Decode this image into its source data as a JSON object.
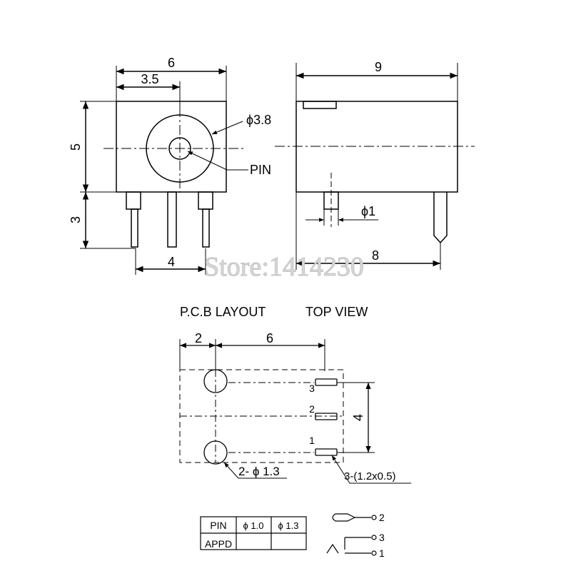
{
  "front_view": {
    "width_label": "6",
    "offset_label": "3.5",
    "height_label": "5",
    "pin_length_label": "3",
    "pin_spacing_label": "4",
    "bore_label": "ϕ3.8",
    "pin_callout": "PIN"
  },
  "side_view": {
    "length_label": "9",
    "pin_diameter_label": "ϕ1",
    "pin_offset_label": "8"
  },
  "watermark": "Store:1414230",
  "pcb_layout": {
    "title": "P.C.B LAYOUT",
    "view_title": "TOP VIEW",
    "left_offset_label": "2",
    "hole_spacing_label": "6",
    "pad_spacing_label": "4",
    "hole_label": "2- ϕ 1.3",
    "pad_label": "3-(1.2x0.5)",
    "pad_numbers": [
      "3",
      "2",
      "1"
    ]
  },
  "pin_table": {
    "headers": [
      "PIN",
      "ϕ 1.0",
      "ϕ 1.3"
    ],
    "row_label": "APPD"
  },
  "schematic": {
    "pins": [
      "2",
      "3",
      "1"
    ]
  }
}
